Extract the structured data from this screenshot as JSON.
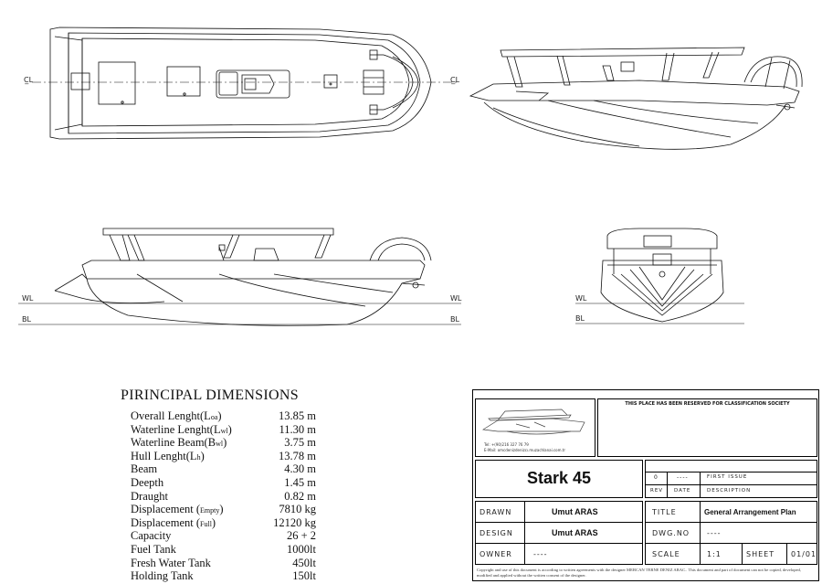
{
  "views": {
    "centerline_mark": "C̲L",
    "wl": "WL",
    "bl": "BL"
  },
  "dimensions": {
    "title": "PIRINCIPAL DIMENSIONS",
    "rows": [
      {
        "name": "Overall Lenght(L",
        "sub": "oa",
        "name_end": ")",
        "value": "13.85 m"
      },
      {
        "name": "Waterline Lenght(L",
        "sub": "wl",
        "name_end": ")",
        "value": "11.30 m"
      },
      {
        "name": "Waterline Beam(B",
        "sub": "wl",
        "name_end": ")",
        "value": "3.75 m"
      },
      {
        "name": "Hull Lenght(L",
        "sub": "h",
        "name_end": ")",
        "value": "13.78 m"
      },
      {
        "name": "Beam",
        "sub": "",
        "name_end": "",
        "value": "4.30 m"
      },
      {
        "name": "Deepth",
        "sub": "",
        "name_end": "",
        "value": "1.45 m"
      },
      {
        "name": "Draught",
        "sub": "",
        "name_end": "",
        "value": "0.82 m"
      },
      {
        "name": "Displacement (",
        "sub": "Empty",
        "name_end": ")",
        "value": "7810 kg"
      },
      {
        "name": "Displacement (",
        "sub": "Full",
        "name_end": ")",
        "value": "12120 kg"
      },
      {
        "name": "Capacity",
        "sub": "",
        "name_end": "",
        "value": "26 + 2"
      },
      {
        "name": "Fuel Tank",
        "sub": "",
        "name_end": "",
        "value": "1000lt"
      },
      {
        "name": "Fresh Water Tank",
        "sub": "",
        "name_end": "",
        "value": "450lt"
      },
      {
        "name": "Holding Tank",
        "sub": "",
        "name_end": "",
        "value": "150lt"
      }
    ]
  },
  "title_block": {
    "class_society": "THIS PLACE HAS BEEN RESERVED FOR CLASSIFICATION SOCIETY",
    "logo_tel": "Tel: +(90)216 327 76 79",
    "logo_mail": "E-Mail: omcdenizdenizcı.muzachlanai.com.tr",
    "project": "Stark 45",
    "rev_no": "0",
    "rev_date": "----",
    "rev_desc": "FIRST ISSUE",
    "rev_label": "REV",
    "date_label": "DATE",
    "desc_label": "DESCRIPTION",
    "drawn_label": "DRAWN",
    "drawn_value": "Umut ARAS",
    "design_label": "DESIGN",
    "design_value": "Umut ARAS",
    "owner_label": "OWNER",
    "owner_value": "----",
    "title_label": "TITLE",
    "title_value": "General Arrangement Plan",
    "dwg_label": "DWG.NO",
    "dwg_value": "----",
    "scale_label": "SCALE",
    "scale_value": "1:1",
    "sheet_label": "SHEET",
    "sheet_value": "01/01",
    "copyright": "Copyright and use of this document is according to written agreements with the designer MERCAN TERNE DENIZ ARAC.. This document and part of document can not be copied, developed, modified and applied without the written consent of the designer."
  }
}
